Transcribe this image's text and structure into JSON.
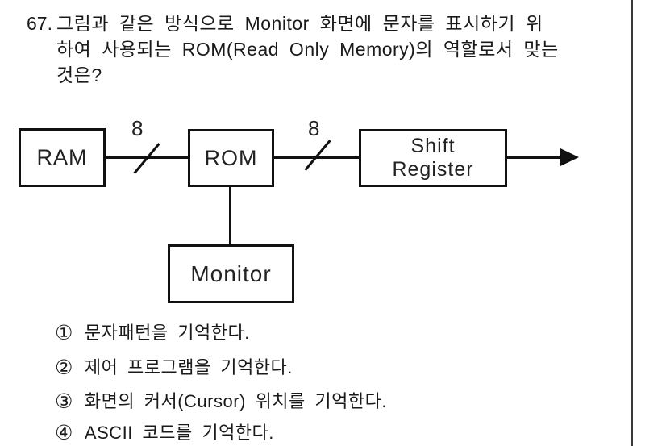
{
  "question": {
    "number": "67.",
    "lines": [
      "그림과 같은 방식으로 Monitor 화면에 문자를 표시하기 위",
      "하여 사용되는 ROM(Read Only Memory)의 역할로서 맞는",
      "것은?"
    ]
  },
  "diagram": {
    "ram_label": "RAM",
    "rom_label": "ROM",
    "shift_register_line1": "Shift",
    "shift_register_line2": "Register",
    "monitor_label": "Monitor",
    "bus1_width": "8",
    "bus2_width": "8"
  },
  "options": [
    {
      "num": "①",
      "text": "문자패턴을 기억한다."
    },
    {
      "num": "②",
      "text": "제어 프로그램을 기억한다."
    },
    {
      "num": "③",
      "text": "화면의 커서(Cursor) 위치를 기억한다."
    },
    {
      "num": "④",
      "text": "ASCII 코드를 기억한다."
    }
  ],
  "colors": {
    "ink": "#1a1a1a",
    "line": "#111111",
    "background": "#ffffff"
  }
}
